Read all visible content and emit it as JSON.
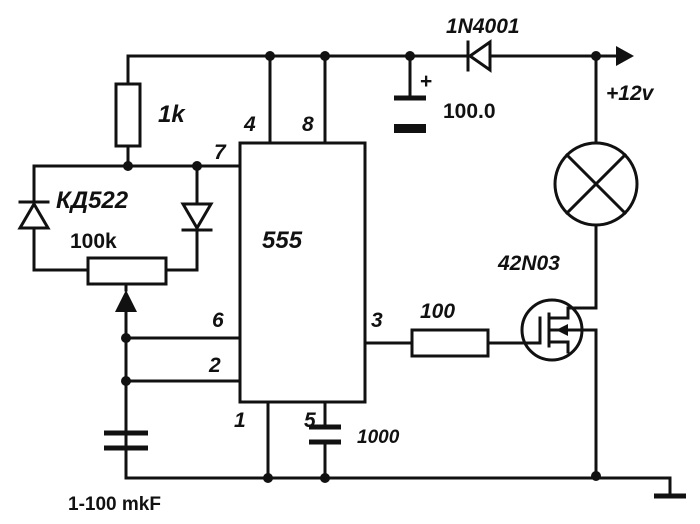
{
  "labels": {
    "diode_1n4001": "1N4001",
    "supply": "+12v",
    "r_1k": "1k",
    "cap_100": "100.0",
    "cap_plus": "+",
    "pin4": "4",
    "pin8": "8",
    "pin7": "7",
    "diodes_kd522": "КД522",
    "pot_100k": "100k",
    "ic_555": "555",
    "mosfet_42n03": "42N03",
    "pin6": "6",
    "pin3": "3",
    "r_100": "100",
    "pin2": "2",
    "pin1": "1",
    "pin5": "5",
    "cap_1000": "1000",
    "cap_timing": "1-100 mkF"
  }
}
